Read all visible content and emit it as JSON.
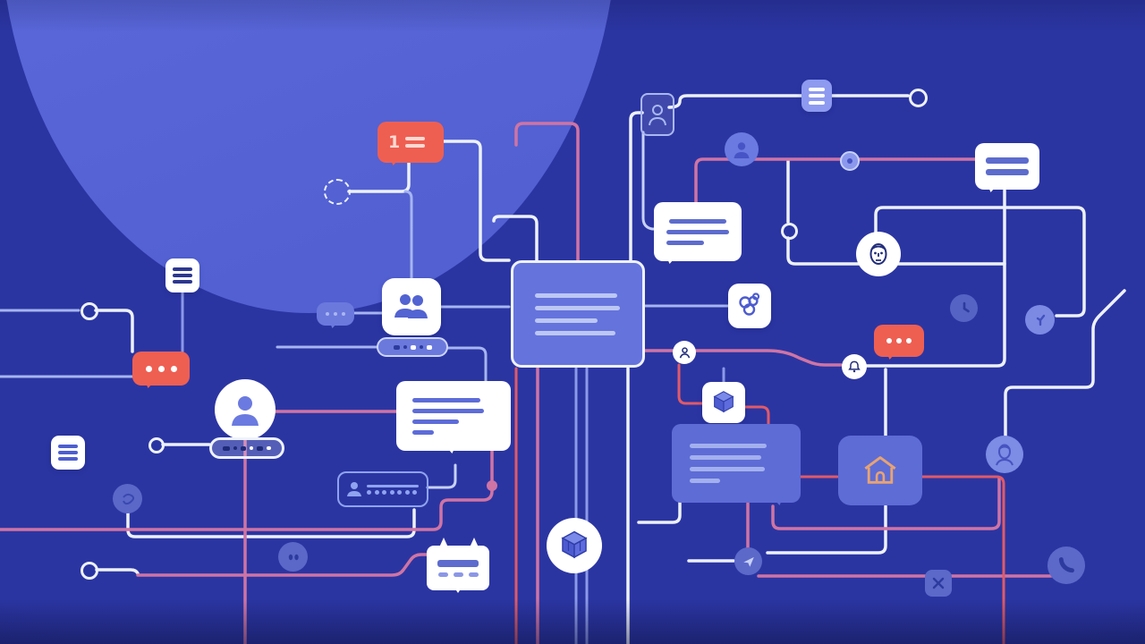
{
  "badge": {
    "count": "1"
  },
  "theme": {
    "colors": {
      "bg": "#2b35a2",
      "accent_circle": "#5a68da",
      "card_white": "#ffffff",
      "node_fill": "#6573dd",
      "node_border": "#eef2fd",
      "node_bar": "#bcc7f4",
      "panel_blue": "#5e6cd6",
      "panel_bar": "#a3b0ee",
      "coral": "#ee5f52",
      "coral_light": "#ffd9d2",
      "house_outline": "#e8a372",
      "muted_circle": "#5c69c9",
      "icon_glyph_navy": "#232e7c",
      "icon_glyph_blue": "#2d3b9e",
      "avatar_blue": "#6b7ae0",
      "avatar_deep": "#4754c6",
      "blue_glyph": "#5263d2",
      "pill_fill": "#6b79dd",
      "pill_stroke": "#ccd5f9",
      "field_outline": "#8fa3f0",
      "line_white": "#edf1fc",
      "line_blue": "#a6b5f0",
      "line_lavender": "#8b99e8",
      "line_soft": "#c7d2f8",
      "line_pink": "#cf74a4",
      "line_red": "#e05a68"
    }
  },
  "icons": {
    "menu-icon": "three bars",
    "list-icon": "three bars",
    "portrait-icon": "framed person",
    "avatar-icon": "person silhouette",
    "users-icon": "two people",
    "face-icon": "sketched face",
    "cluster-icon": "circle cluster",
    "clock-icon": "clock",
    "bell-icon": "bell",
    "cube-icon": "3d cube",
    "house-icon": "house outline",
    "emoji-face-icon": "two eyes",
    "send-icon": "paper plane",
    "close-icon": "x cross",
    "phone-icon": "handset",
    "sketch-circle-icon": "dashed circle",
    "scribble-icon": "doodle",
    "login-user-icon": "person with dots",
    "typing-dots-icon": "three dots",
    "ring-icon": "open circle"
  }
}
